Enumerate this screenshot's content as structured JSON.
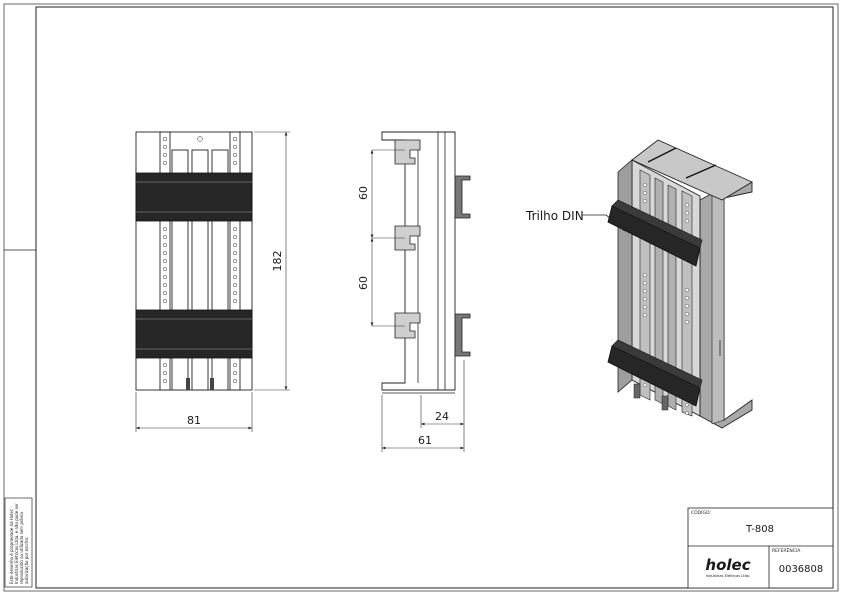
{
  "drawing": {
    "dimensions": {
      "width_front": "81",
      "height_front": "182",
      "pitch_top": "60",
      "pitch_bottom": "60",
      "depth_rail": "24",
      "depth_total": "61"
    },
    "callout": "Trilho DIN"
  },
  "title_block": {
    "codigo_label": "CÓDIGO:",
    "codigo_value": "T-808",
    "referencia_label": "REFERÊNCIA",
    "referencia_value": "0036808",
    "brand": "holec",
    "brand_tagline": "Indústrias Elétricas Ltda."
  },
  "side_note": {
    "lines": [
      "Este desenho é propriedade da Holec",
      "Indústrias Elétricas Ltda. e não pode ser",
      "reproduzido ou utilizado sem prévia",
      "autorização por escrito."
    ]
  },
  "colors": {
    "rail": "#262626",
    "body": "#d8d8d8",
    "body_dark": "#a9a9a9",
    "line": "#222222"
  }
}
